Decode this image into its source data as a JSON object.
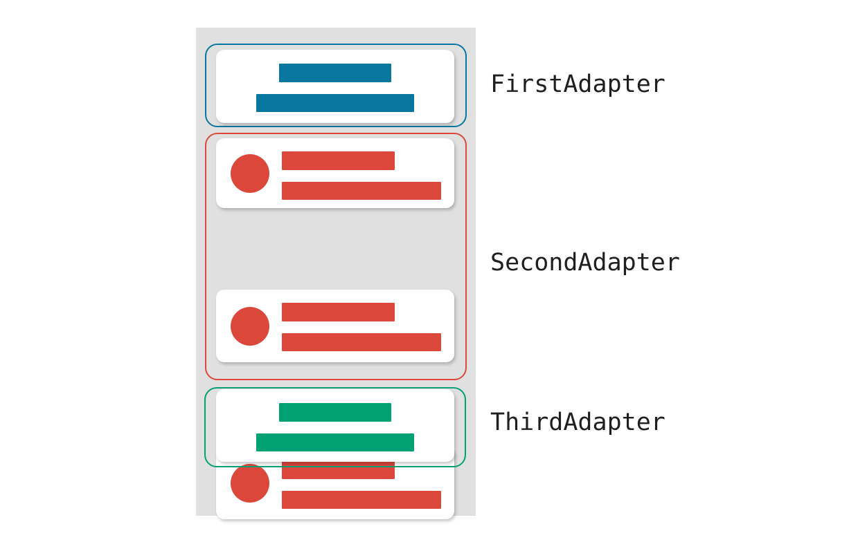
{
  "colors": {
    "background": "#ffffff",
    "panel": "#e0e0e0",
    "card": "#ffffff",
    "label_text": "#1f1f1f",
    "first_adapter": "#0877a0",
    "second_adapter": "#db473b",
    "third_adapter": "#00a173"
  },
  "adapters": [
    {
      "label": "FirstAdapter",
      "color": "#0877a0",
      "item_style": "centered-banner",
      "item_count": 1
    },
    {
      "label": "SecondAdapter",
      "color": "#db473b",
      "item_style": "avatar-row",
      "item_count": 3
    },
    {
      "label": "ThirdAdapter",
      "color": "#00a173",
      "item_style": "centered-banner",
      "item_count": 1
    }
  ]
}
